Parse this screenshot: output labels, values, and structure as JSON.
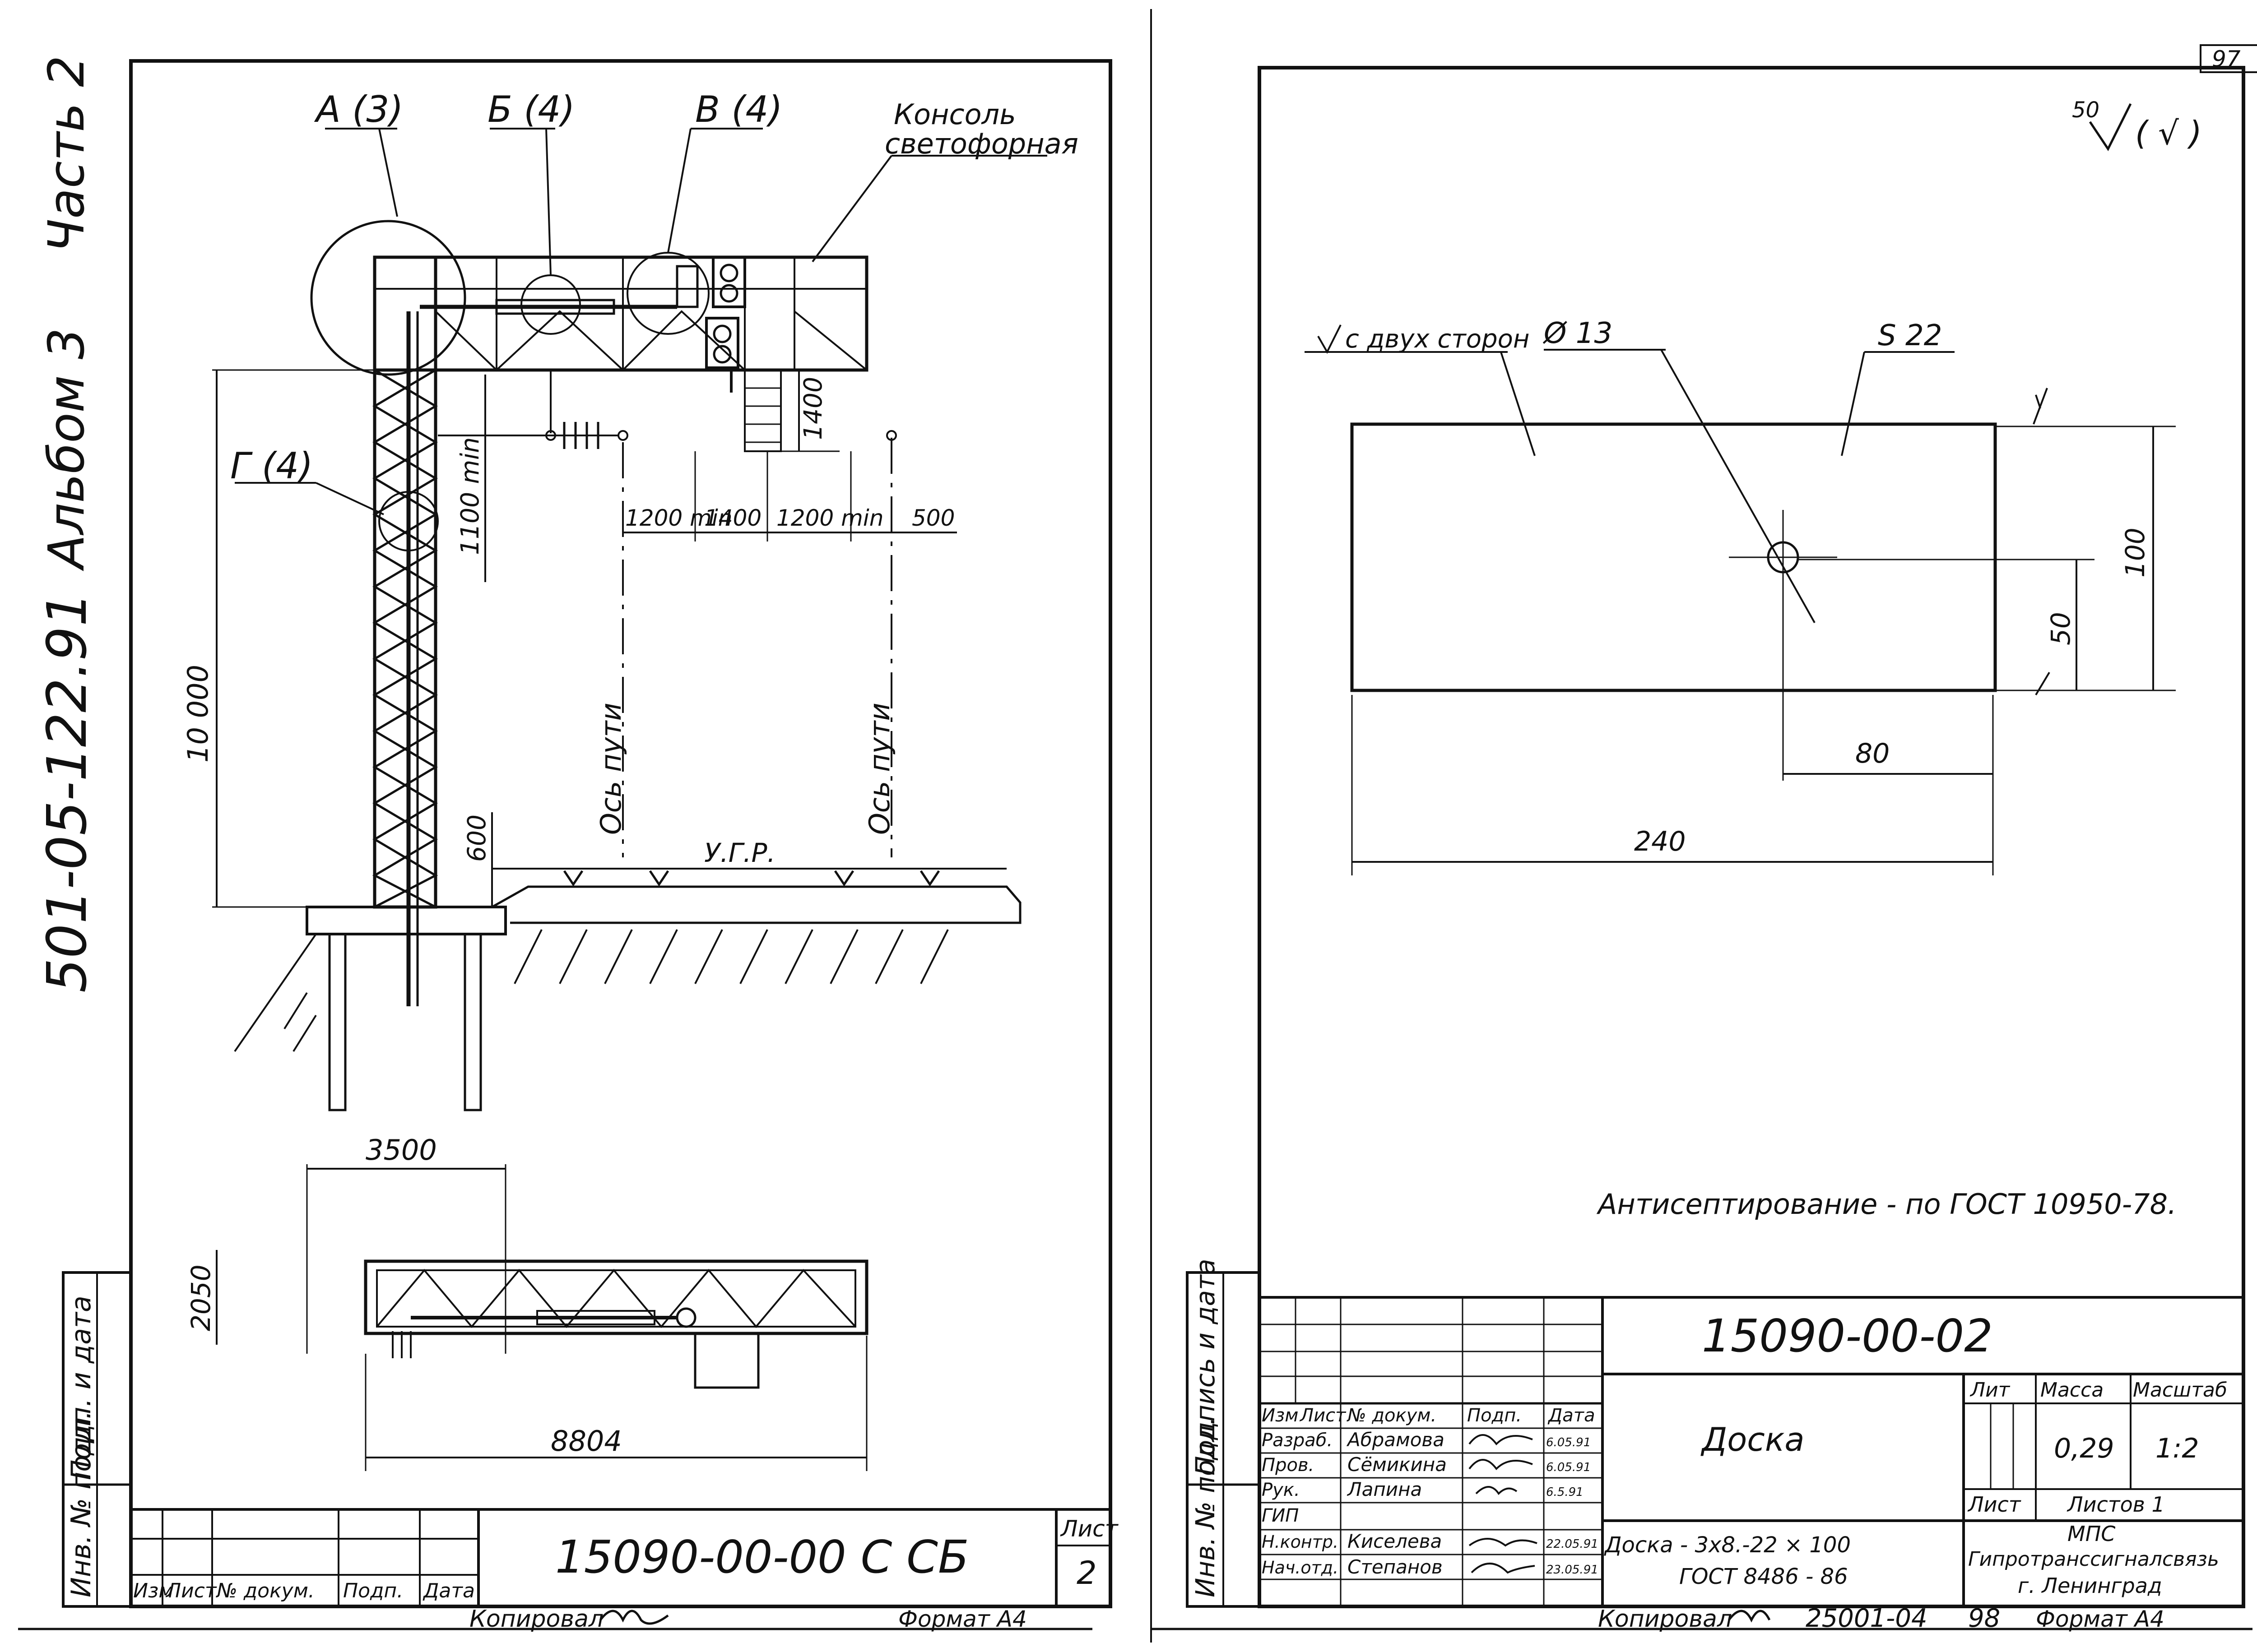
{
  "top_right_number": "97",
  "side_block": {
    "part": "Часть 2",
    "album": "Альбом 3",
    "code": "501-05-122.91"
  },
  "left_sheet": {
    "callouts": {
      "a": "А (3)",
      "b": "Б (4)",
      "v": "В (4)",
      "g": "Г (4)"
    },
    "console_label": [
      "Консоль",
      "светофорная"
    ],
    "dims": {
      "height_10000": "10 000",
      "d1100": "1100 min",
      "d1400v": "1400",
      "d600": "600",
      "d1200a": "1200 min",
      "d1400h": "1400",
      "d1200b": "1200 min",
      "d500": "500",
      "d3500": "3500",
      "d2050": "2050",
      "d8804": "8804"
    },
    "track_axis_1": "Ось пути",
    "track_axis_2": "Ось пути",
    "ugr": "У.Г.Р.",
    "side_stamp": {
      "podp": "Подп. и дата",
      "inv": "Инв. № подл."
    },
    "title_block": {
      "cols": [
        "Изм",
        "Лист",
        "№ докум.",
        "Подп.",
        "Дата"
      ],
      "designation": "15090-00-00 С СБ",
      "sheet_label": "Лист",
      "sheet_no": "2"
    },
    "footer_copied": "Копировал",
    "footer_format": "Формат А4"
  },
  "right_sheet": {
    "roughness": "50",
    "roughness_paren": "( √ )",
    "weld_note": "с двух сторон",
    "hole": "Ø 13",
    "thickness": "S 22",
    "dims": {
      "d100": "100",
      "d50": "50",
      "d80": "80",
      "d240": "240"
    },
    "note": "Антисептирование - по ГОСТ 10950-78.",
    "side_stamp": {
      "podp": "Подпись и дата",
      "inv": "Инв. № подл."
    },
    "title_block": {
      "designation": "15090-00-02",
      "name": "Доска",
      "material_1": "Доска - 3х8.-22 × 100",
      "material_2": "ГОСТ 8486 - 86",
      "col_headers": [
        "Изм",
        "Лист",
        "№ докум.",
        "Подп.",
        "Дата"
      ],
      "people": [
        {
          "role": "Разраб.",
          "name": "Абрамова",
          "date": "6.05.91"
        },
        {
          "role": "Пров.",
          "name": "Сёмикина",
          "date": "6.05.91"
        },
        {
          "role": "Рук.",
          "name": "Лапина",
          "date": "6.5.91"
        },
        {
          "role": "ГИП",
          "name": "",
          "date": ""
        },
        {
          "role": "Н.контр.",
          "name": "Киселева",
          "date": "22.05.91"
        },
        {
          "role": "Нач.отд.",
          "name": "Степанов",
          "date": "23.05.91"
        }
      ],
      "lit_label": "Лит",
      "mass_label": "Масса",
      "scale_label": "Масштаб",
      "mass": "0,29",
      "scale": "1:2",
      "sheet_label": "Лист",
      "sheets_label": "Листов 1",
      "org_1": "МПС",
      "org_2": "Гипротранссигналсвязь",
      "org_3": "г. Ленинград"
    },
    "footer_copied": "Копировал",
    "footer_order": "25001-04",
    "footer_num": "98",
    "footer_format": "Формат А4"
  }
}
